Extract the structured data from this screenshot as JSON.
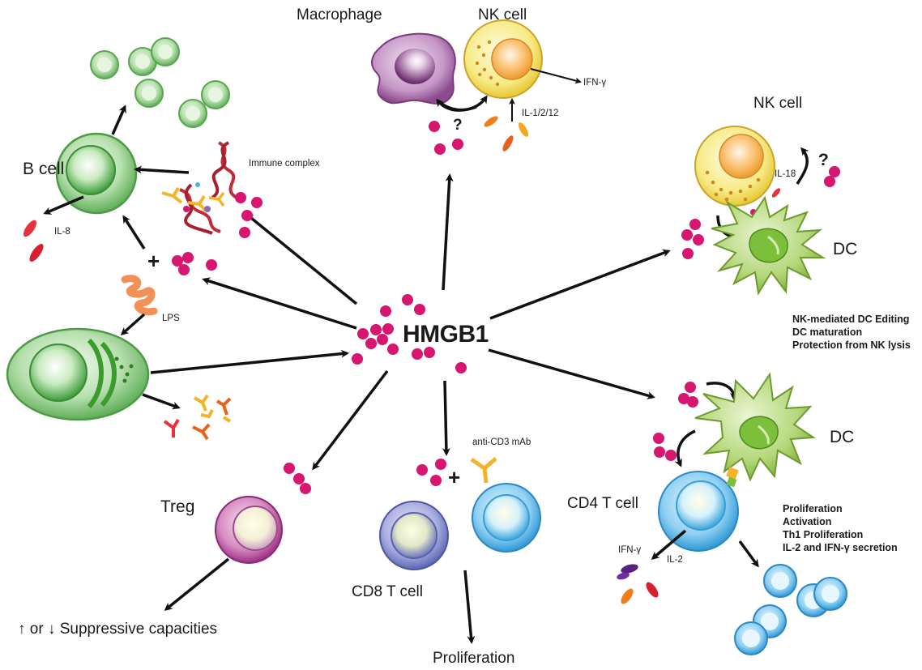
{
  "center": {
    "label": "HMGB1"
  },
  "labels": {
    "macrophage": "Macrophage",
    "nk_cell_top": "NK cell",
    "ifn_gamma_top": "IFN-γ",
    "il_1_2_12": "IL-1/2/12",
    "question_top": "?",
    "nk_cell_right": "NK cell",
    "il_18": "IL-18",
    "question_right": "?",
    "dc_right": "DC",
    "b_cell": "B cell",
    "immune_complex": "Immune complex",
    "il_8": "IL-8",
    "plus_left": "+",
    "lps": "LPS",
    "dc_lower": "DC",
    "cd4_t_cell": "CD4 T cell",
    "ifn_gamma_lower": "IFN-γ",
    "il_2": "IL-2",
    "anti_cd3": "anti-CD3 mAb",
    "plus_bottom": "+",
    "cd8_t_cell": "CD8 T cell",
    "proliferation_bottom": "Proliferation",
    "treg": "Treg",
    "suppressive": "↑ or ↓ Suppressive capacities"
  },
  "effects_nk_dc": [
    "NK-mediated DC Editing",
    "DC maturation",
    "Protection from NK lysis"
  ],
  "effects_cd4": [
    "Proliferation",
    "Activation",
    "Th1 Proliferation",
    "IL-2 and IFN-γ  secretion"
  ],
  "colors": {
    "hmgb1_dot": "#d6166f",
    "b_cell_green": "#7cc576",
    "nk_yellow": "#f3e065",
    "macrophage_purple": "#a468a6",
    "dc_green": "#9cc75a",
    "t_cell_blue": "#4fb1e4",
    "cd8_blue": "#7f86c8",
    "treg_magenta": "#b4479a"
  }
}
